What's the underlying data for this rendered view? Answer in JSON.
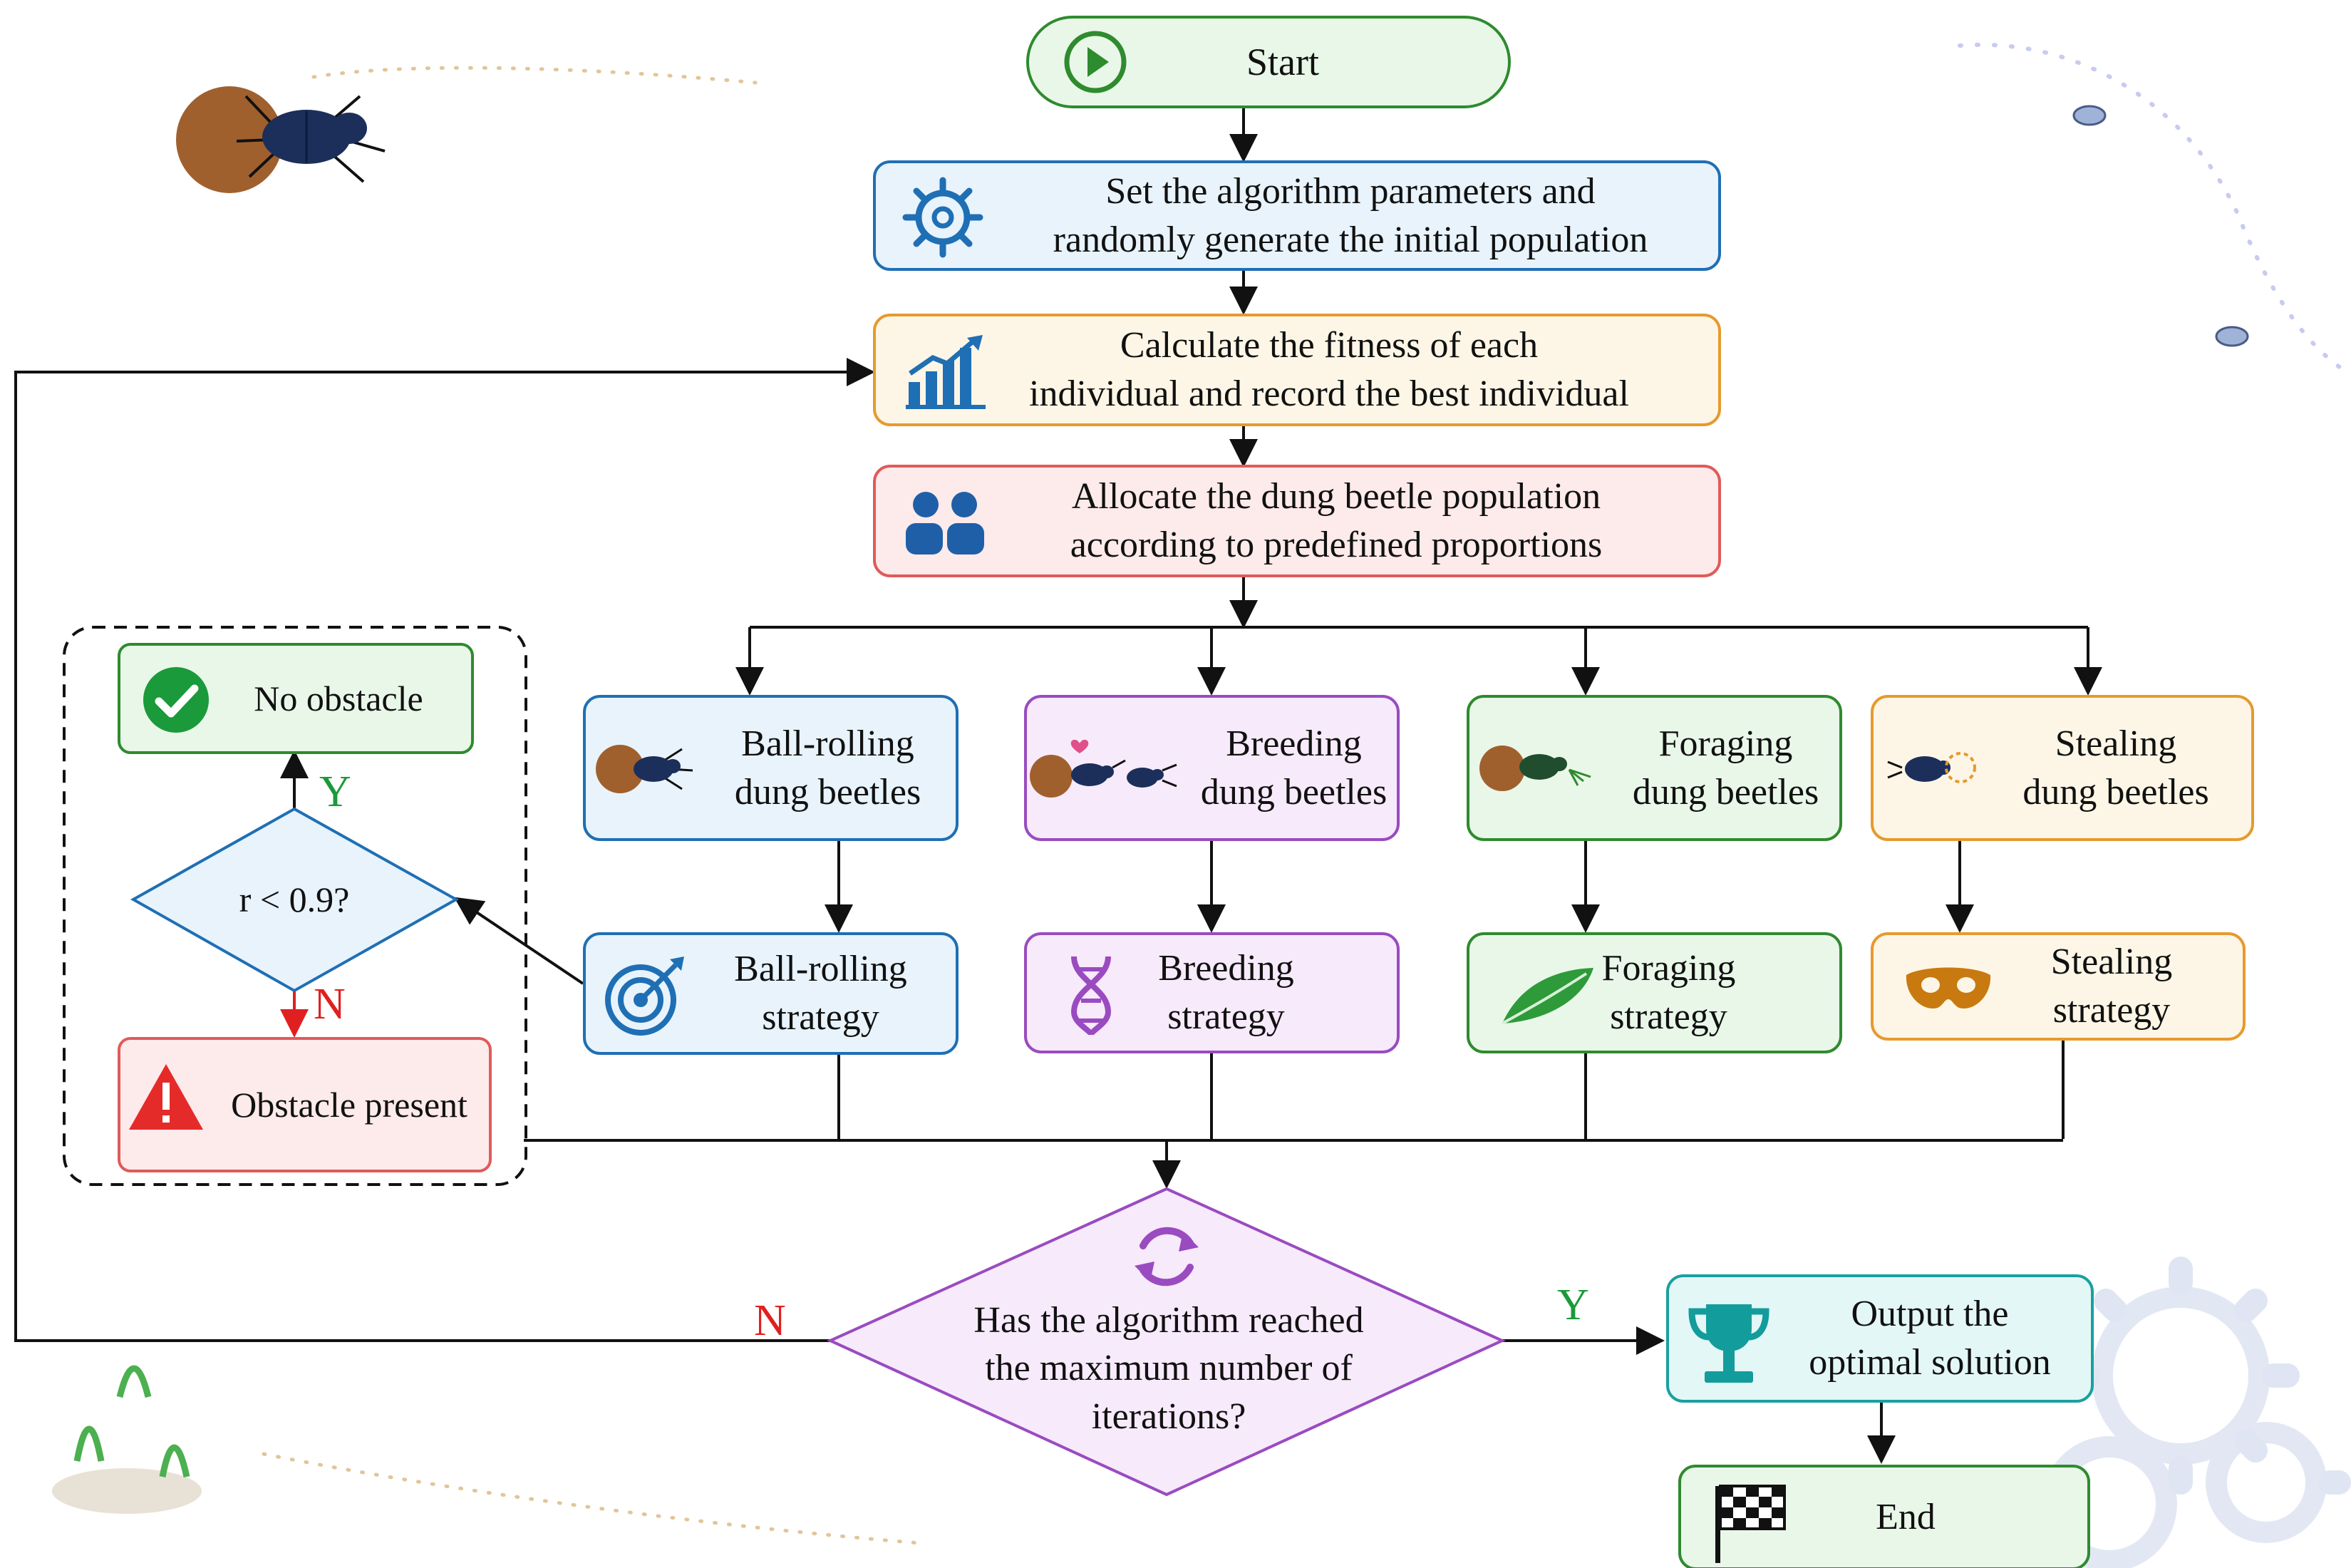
{
  "steps": {
    "start": "Start",
    "set_params": "Set the algorithm parameters and\nrandomly generate the initial population",
    "fitness": "Calculate the fitness of each\nindividual and record the best individual",
    "allocate": "Allocate the dung beetle population\naccording to predefined proportions",
    "ball_rolling": "Ball-rolling\ndung beetles",
    "breeding": "Breeding\ndung beetles",
    "foraging": "Foraging\ndung beetles",
    "stealing": "Stealing\ndung beetles",
    "ball_rolling_strategy": "Ball-rolling\nstrategy",
    "breeding_strategy": "Breeding\nstrategy",
    "foraging_strategy": "Foraging\nstrategy",
    "stealing_strategy": "Stealing\nstrategy",
    "no_obstacle": "No obstacle",
    "obstacle_present": "Obstacle present",
    "r_check": "r < 0.9?",
    "max_iter": "Has the algorithm reached\nthe maximum number of\niterations?",
    "output": "Output the\noptimal solution",
    "end": "End"
  },
  "branch_labels": {
    "r_yes": "Y",
    "r_no": "N",
    "iter_no": "N",
    "iter_yes": "Y"
  },
  "colors": {
    "green_fill": "#e9f7e9",
    "green_border": "#2e8b2e",
    "blue_fill": "#e8f3fc",
    "blue_border": "#1f6fb4",
    "orange_fill": "#fdf6e6",
    "orange_border": "#e69a2e",
    "red_fill": "#fdeaea",
    "red_border": "#e05a5a",
    "purple_fill": "#f7eafb",
    "purple_border": "#9a4bc0",
    "teal_fill": "#e3f7f6",
    "teal_border": "#1aa0a0",
    "no_label": "#e02020",
    "yes_label": "#1a9a3a"
  },
  "icons": [
    "play-icon",
    "gear-icon",
    "bar-chart-icon",
    "group-icon",
    "beetle-icon",
    "target-icon",
    "dna-icon",
    "leaf-icon",
    "mask-icon",
    "check-icon",
    "warning-icon",
    "refresh-icon",
    "trophy-icon",
    "checkered-flag-icon"
  ]
}
